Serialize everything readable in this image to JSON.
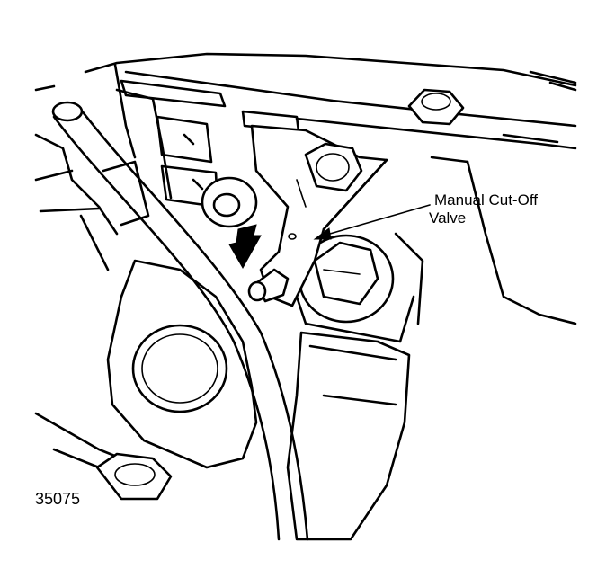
{
  "callout": {
    "line1": "Manual Cut-Off",
    "line2": "Valve"
  },
  "figure_number": "35075",
  "colors": {
    "ink": "#000000",
    "paper": "#ffffff"
  }
}
